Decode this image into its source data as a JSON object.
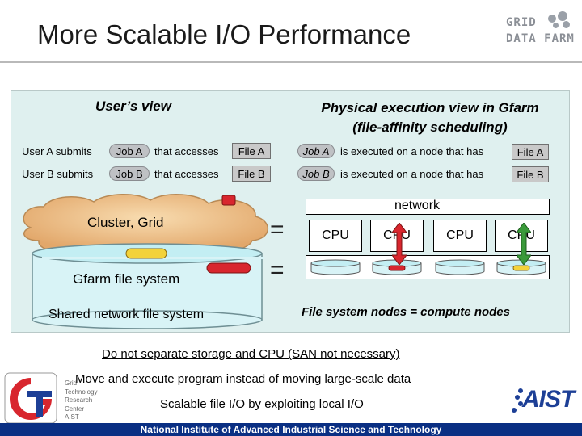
{
  "title": "More Scalable I/O Performance",
  "logo_top_right": {
    "line1": "GRID",
    "line2": "DATA FARM"
  },
  "users_view": {
    "heading": "User’s view",
    "rows": [
      {
        "prefix": "User A submits",
        "job": "Job A",
        "middle": "that accesses",
        "file": "File A"
      },
      {
        "prefix": "User B submits",
        "job": "Job B",
        "middle": "that accesses",
        "file": "File B"
      }
    ],
    "cloud_label": "Cluster, Grid",
    "gfarm_label": "Gfarm file system",
    "shared_label": "Shared network file system"
  },
  "physical_view": {
    "heading_line1": "Physical execution view in Gfarm",
    "heading_line2": "(file-affinity scheduling)",
    "rows": [
      {
        "job": "Job A",
        "middle": "is executed on a node that has",
        "file": "File A"
      },
      {
        "job": "Job B",
        "middle": "is executed on a node that has",
        "file": "File B"
      }
    ],
    "network_label": "network",
    "cpus": [
      "CPU",
      "CPU",
      "CPU",
      "CPU"
    ],
    "footer_label": "File system nodes = compute nodes"
  },
  "equals": [
    "=",
    "="
  ],
  "bullets": [
    "Do not separate storage and CPU (SAN not necessary)",
    "Move and execute program instead of moving large-scale data",
    "Scalable file I/O by exploiting local I/O"
  ],
  "logo_bottom_left": {
    "words": [
      "Grid",
      "Technology",
      "Research",
      "Center",
      "AIST"
    ]
  },
  "logo_bottom_right": {
    "text": "AIST"
  },
  "footer": "National Institute of Advanced Industrial Science and Technology",
  "colors": {
    "panel": "#dff0ef",
    "footer_bar": "#0a2f83",
    "disk_red": "#d8262e",
    "disk_yellow": "#f3d23a",
    "arrow_red": "#d8262e",
    "arrow_green": "#3a9a3a",
    "aist_blue": "#1d3f96"
  }
}
